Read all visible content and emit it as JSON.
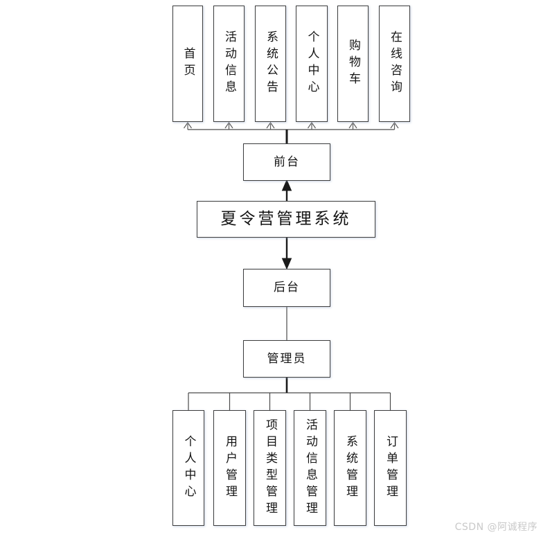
{
  "diagram": {
    "title": "夏令营管理系统",
    "front": {
      "label": "前台"
    },
    "back": {
      "label": "后台"
    },
    "admin": {
      "label": "管理员"
    },
    "front_modules": [
      {
        "label": "首页"
      },
      {
        "label": "活动信息"
      },
      {
        "label": "系统公告"
      },
      {
        "label": "个人中心"
      },
      {
        "label": "购物车"
      },
      {
        "label": "在线咨询"
      }
    ],
    "admin_modules": [
      {
        "label": "个人中心"
      },
      {
        "label": "用户管理"
      },
      {
        "label": "项目类型管理"
      },
      {
        "label": "活动信息管理"
      },
      {
        "label": "系统管理"
      },
      {
        "label": "订单管理"
      }
    ],
    "watermark": "CSDN @阿诚程序",
    "colors": {
      "box_border": "#3d3d3d",
      "thick_line": "#1a1a1a",
      "thin_line": "#4a4a4a",
      "watermark": "#c9c9c9",
      "background": "#ffffff"
    }
  }
}
